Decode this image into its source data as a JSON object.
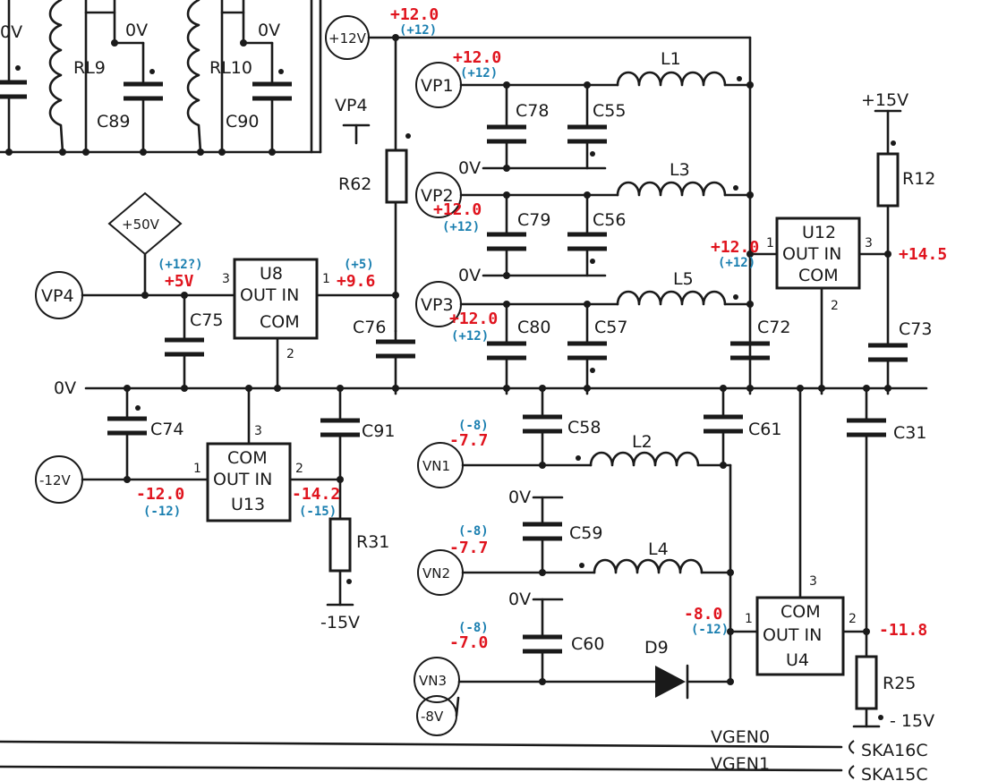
{
  "nets": {
    "plus12v": "+12V",
    "minus12v": "-12V",
    "vp1": "VP1",
    "vp2": "VP2",
    "vp3": "VP3",
    "vp4": "VP4",
    "vn1": "VN1",
    "vn2": "VN2",
    "vn3": "VN3",
    "minus8v": "-8V",
    "zero_v": "0V",
    "plus15v": "+15V",
    "minus15v": "-15V",
    "minus15v_b": "- 15V",
    "plus50v": "+50V",
    "vgen0": "VGEN0",
    "vgen1": "VGEN1",
    "ska16c": "SKA16C",
    "ska15c": "SKA15C"
  },
  "components": {
    "rl9": "RL9",
    "rl10": "RL10",
    "c89": "C89",
    "c90": "C90",
    "r62": "R62",
    "c78": "C78",
    "c55": "C55",
    "c79": "C79",
    "c56": "C56",
    "c80": "C80",
    "c57": "C57",
    "l1": "L1",
    "l3": "L3",
    "l5": "L5",
    "l2": "L2",
    "l4": "L4",
    "r12": "R12",
    "c72": "C72",
    "c73": "C73",
    "c75": "C75",
    "c76": "C76",
    "c74": "C74",
    "c91": "C91",
    "r31": "R31",
    "c58": "C58",
    "c59": "C59",
    "c60": "C60",
    "c61": "C61",
    "c31": "C31",
    "r25": "R25",
    "d9": "D9"
  },
  "regulators": {
    "u8": {
      "name": "U8",
      "out_in": "OUT IN",
      "com": "COM",
      "pin1": "1",
      "pin2": "2",
      "pin3": "3"
    },
    "u12": {
      "name": "U12",
      "out_in": "OUT IN",
      "com": "COM",
      "pin1": "1",
      "pin2": "2",
      "pin3": "3"
    },
    "u13": {
      "name": "U13",
      "out_in": "OUT IN",
      "com": "COM",
      "pin1": "1",
      "pin2": "2",
      "pin3": "3"
    },
    "u4": {
      "name": "U4",
      "out_in": "OUT IN",
      "com": "COM",
      "pin1": "1",
      "pin2": "2",
      "pin3": "3"
    }
  },
  "measurements": [
    {
      "id": "plus12_rail",
      "measured": "+12.0",
      "expected": "(+12)"
    },
    {
      "id": "vp1",
      "measured": "+12.0",
      "expected": "(+12)"
    },
    {
      "id": "vp2",
      "measured": "+12.0",
      "expected": "(+12)"
    },
    {
      "id": "vp3",
      "measured": "+12.0",
      "expected": "(+12)"
    },
    {
      "id": "u12_in",
      "measured": "+12.0",
      "expected": "(+12)"
    },
    {
      "id": "u12_out",
      "measured": "+14.5",
      "expected": ""
    },
    {
      "id": "u8_out",
      "measured": "+5V",
      "expected": "(+12?)"
    },
    {
      "id": "u8_in",
      "measured": "+9.6",
      "expected": "(+5)"
    },
    {
      "id": "u13_in",
      "measured": "-12.0",
      "expected": "(-12)"
    },
    {
      "id": "u13_out",
      "measured": "-14.2",
      "expected": "(-15)"
    },
    {
      "id": "vn1",
      "measured": "-7.7",
      "expected": "(-8)"
    },
    {
      "id": "vn2",
      "measured": "-7.7",
      "expected": "(-8)"
    },
    {
      "id": "vn3",
      "measured": "-7.0",
      "expected": "(-8)"
    },
    {
      "id": "u4_in",
      "measured": "-8.0",
      "expected": "(-12)"
    },
    {
      "id": "u4_out",
      "measured": "-11.8",
      "expected": ""
    }
  ]
}
